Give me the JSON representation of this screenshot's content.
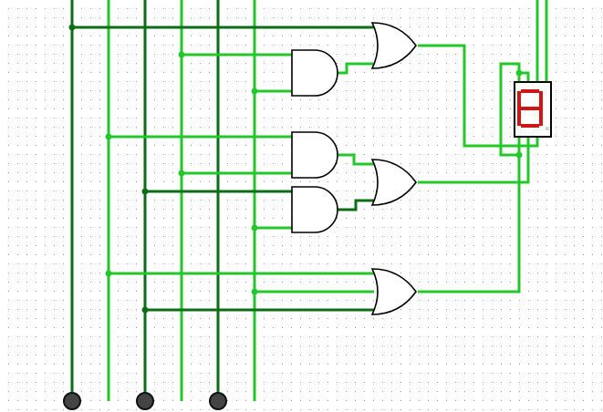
{
  "colors": {
    "wire_on": "#22c82a",
    "wire_off": "#0b6e14",
    "gate_stroke": "#000000",
    "segment_on": "#d01515",
    "pin_fill": "#444444",
    "grid_dot": "#9a9a9a"
  },
  "inputs": [
    {
      "name": "input-pin-1",
      "state": "off"
    },
    {
      "name": "input-pin-2",
      "state": "off"
    },
    {
      "name": "input-pin-3",
      "state": "off"
    }
  ],
  "gates": [
    {
      "type": "OR",
      "name": "or-gate-1"
    },
    {
      "type": "AND",
      "name": "and-gate-1"
    },
    {
      "type": "AND",
      "name": "and-gate-2"
    },
    {
      "type": "AND",
      "name": "and-gate-3"
    },
    {
      "type": "OR",
      "name": "or-gate-2"
    },
    {
      "type": "OR",
      "name": "or-gate-3"
    }
  ],
  "display": {
    "type": "seven-segment",
    "segments_lit": [
      "a",
      "b",
      "c",
      "d",
      "e",
      "f",
      "g"
    ]
  }
}
